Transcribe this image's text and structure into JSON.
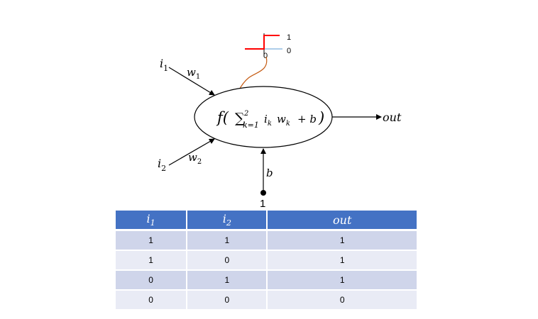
{
  "step_plot": {
    "high_label": "1",
    "low_label": "0",
    "origin_label": "0"
  },
  "inputs": [
    {
      "name": "i",
      "sub": "1",
      "weight": "w",
      "weight_sub": "1"
    },
    {
      "name": "i",
      "sub": "2",
      "weight": "w",
      "weight_sub": "2"
    }
  ],
  "neuron": {
    "func": "f(",
    "sum": "∑",
    "sum_upper": "2",
    "sum_lower": "k=1",
    "terms": "i",
    "term_i_sub": "k",
    "term_w": "w",
    "term_w_sub": "k",
    "plus_b": "+ b",
    "close": ")"
  },
  "output_label": "out",
  "bias": {
    "label": "b",
    "value": "1"
  },
  "truth_table": {
    "headers": [
      {
        "name": "i",
        "sub": "1"
      },
      {
        "name": "i",
        "sub": "2"
      },
      {
        "name": "out",
        "sub": ""
      }
    ],
    "rows": [
      [
        "1",
        "1",
        "1"
      ],
      [
        "1",
        "0",
        "1"
      ],
      [
        "0",
        "1",
        "1"
      ],
      [
        "0",
        "0",
        "0"
      ]
    ]
  },
  "colors": {
    "step": "#ff0000",
    "curve": "#c55a11",
    "header": "#4472c4",
    "row_odd": "#cfd5ea",
    "row_even": "#e9ebf5"
  }
}
